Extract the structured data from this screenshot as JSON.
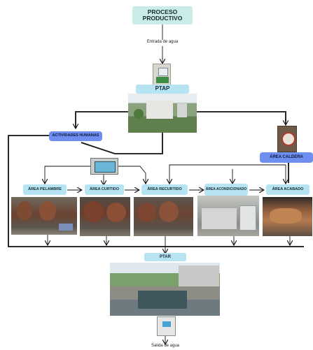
{
  "nodes": {
    "proceso": "PROCESO PRODUCTIVO",
    "entrada": "Entrada de agua",
    "ptap": "PTAP",
    "actividades": "ACTIVIDADES HUMANAS",
    "caldera": "ÁREA CALDERA",
    "pelambre": "ÁREA PELAMBRE",
    "curtido": "ÁREA CURTIDO",
    "recurtido": "ÁREA RECURTIDO",
    "acondicionado": "ÁREA ACONDICIONADO",
    "acabado": "ÁREA ACABADO",
    "ptar": "PTAR",
    "salida": "Salida de agua"
  },
  "colors": {
    "teal_box": "#c9ece9",
    "cyan_box": "#b6e4f2",
    "blue_box": "#6f8ff0",
    "line": "#111111"
  }
}
